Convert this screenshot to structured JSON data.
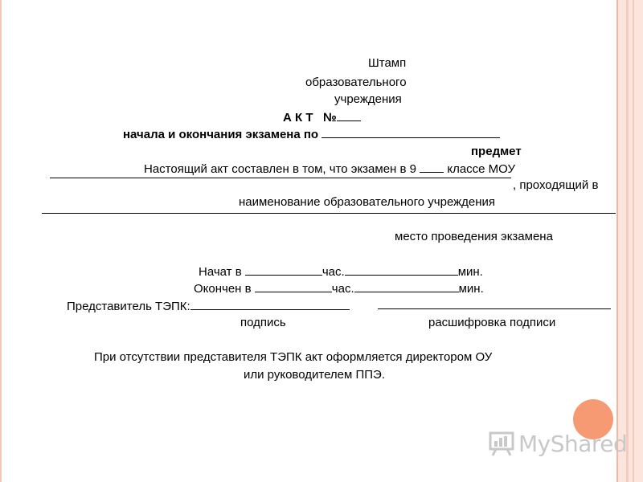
{
  "stamp": {
    "line1": "Штамп",
    "line2": "образовательного",
    "line3": "учреждения"
  },
  "act": {
    "title": "А К Т",
    "number_label": "№",
    "subtitle": "начала и окончания экзамена по",
    "subject_caption": "предмет"
  },
  "body": {
    "line1_start": "Настоящий акт составлен в том, что экзамен в 9",
    "line1_end": "классе МОУ",
    "line2_end": ", проходящий в",
    "institution_caption": "наименование образовательного учреждения",
    "location_caption": "место проведения экзамена"
  },
  "times": {
    "started_label": "Начат в",
    "ended_label": "Окончен в",
    "hour_label": "час.",
    "minute_label": "мин."
  },
  "representative": {
    "label": "Представитель ТЭПК:",
    "signature_caption": "подпись",
    "decoding_caption": "расшифровка подписи"
  },
  "note": {
    "line1": "При отсутствии представителя ТЭПК акт оформляется директором ОУ",
    "line2": "или руководителем ППЭ."
  },
  "watermark": {
    "text": "MyShared"
  },
  "colors": {
    "border_accent": "#f59a72",
    "border_light": "#fbe5dc",
    "watermark": "#c8c8c8"
  }
}
